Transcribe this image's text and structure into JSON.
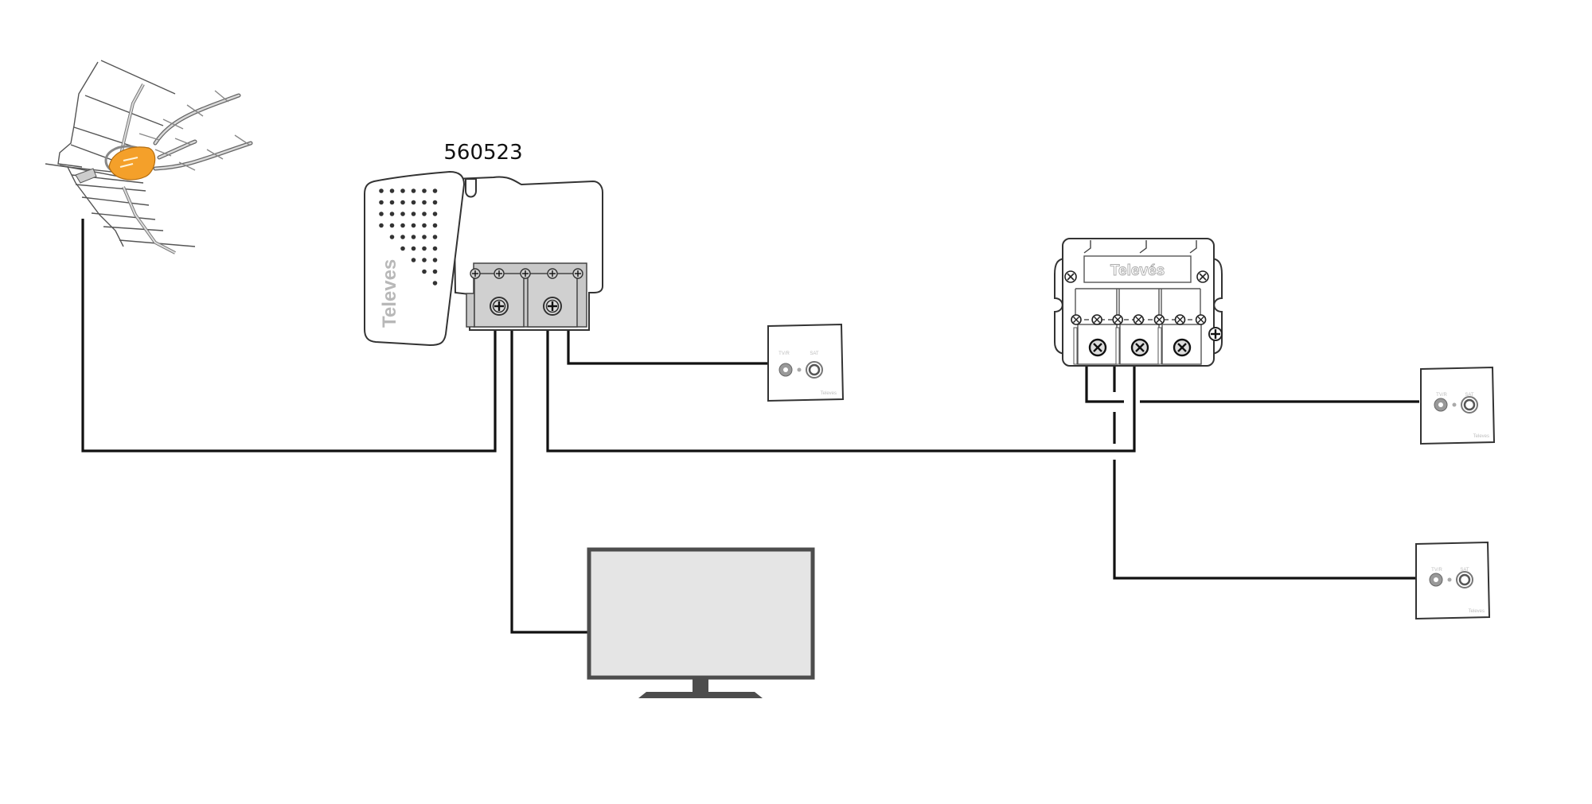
{
  "diagram": {
    "title": "TV antenna distribution installation",
    "amplifier": {
      "model_label": "560523",
      "brand": "Televes",
      "outputs": 2
    },
    "splitter": {
      "brand": "Televés",
      "ports": 3
    },
    "antenna": {
      "type": "UHF antenna with orange amplifier housing",
      "accent_color": "#f4a02a"
    },
    "wall_plates": [
      {
        "id": "plate-1",
        "left_label": "TV/R",
        "right_label": "SAT",
        "brand": "Televes"
      },
      {
        "id": "plate-2",
        "left_label": "TV/R",
        "right_label": "SAT",
        "brand": "Televes"
      },
      {
        "id": "plate-3",
        "left_label": "TV/R",
        "right_label": "SAT",
        "brand": "Televes"
      }
    ],
    "tv": {
      "screen_color": "#e5e5e5",
      "frame_color": "#4d4d4d"
    },
    "colors": {
      "wire": "#111111",
      "device_fill": "#ffffff",
      "terminal_fill": "#d0d0d0"
    }
  }
}
